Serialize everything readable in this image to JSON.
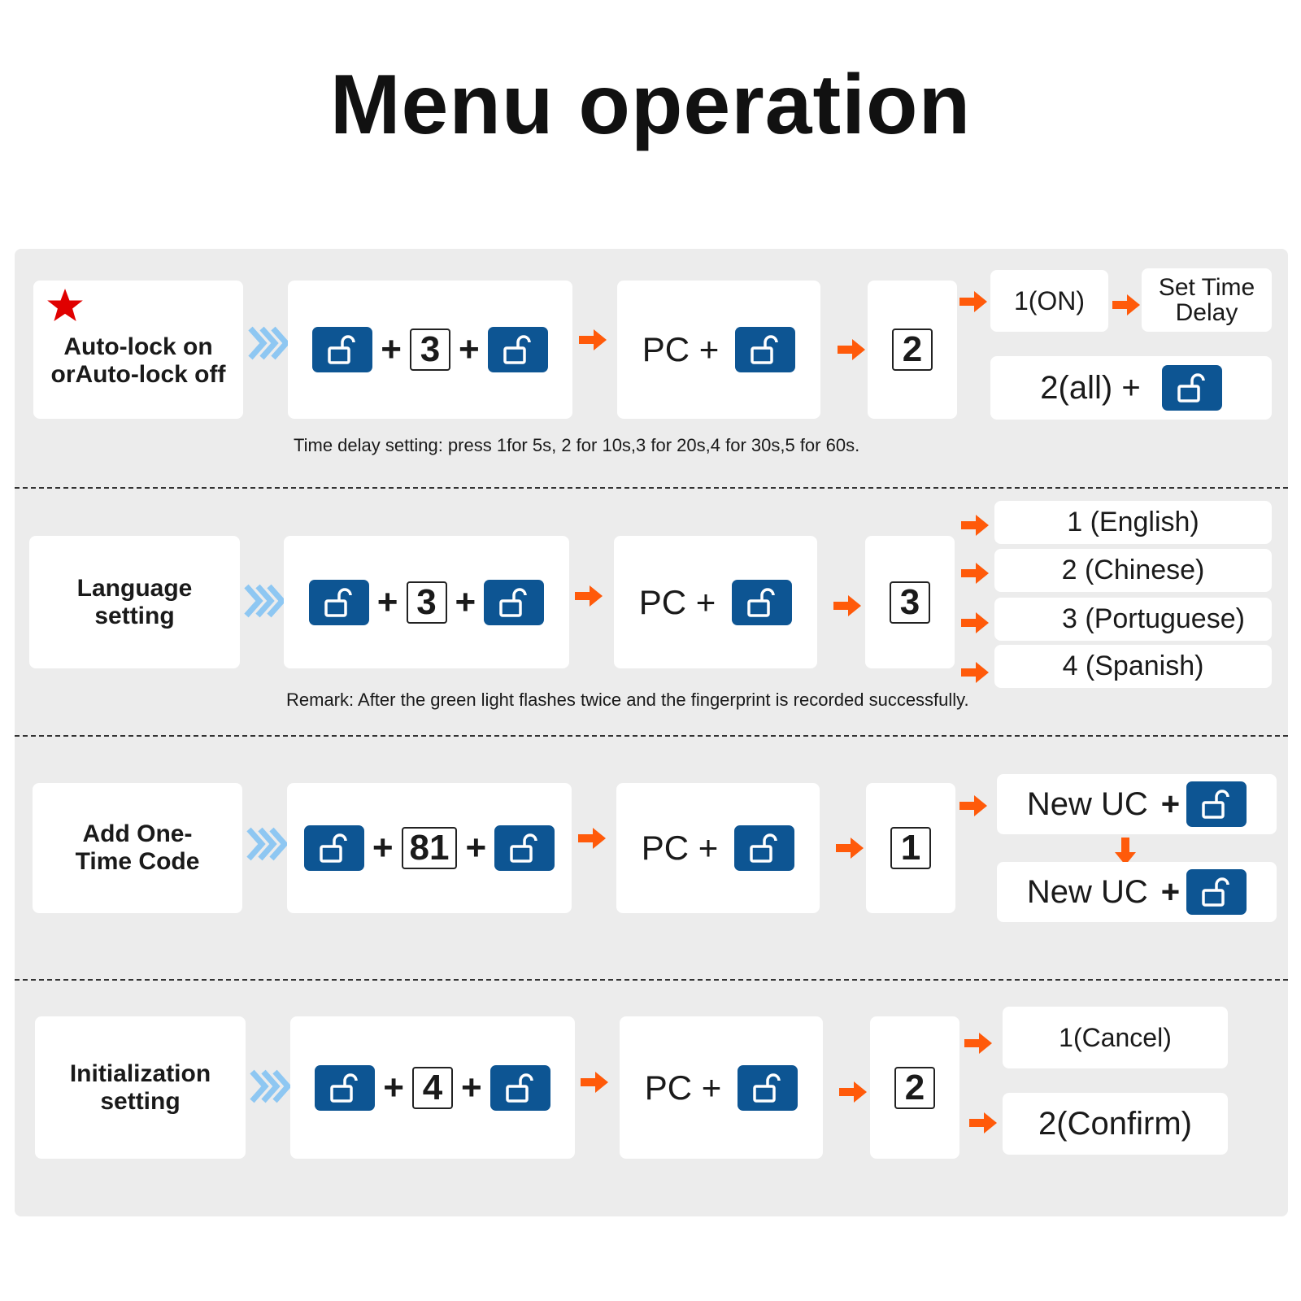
{
  "title": "Menu operation",
  "colors": {
    "panel": "#ececec",
    "lock_button": "#0d5593",
    "arrow": "#ff5a0a",
    "chevron": "#8ec7f2",
    "star": "#e00000"
  },
  "icons": [
    "lock-icon",
    "star-icon",
    "chevron-right-icon",
    "orange-arrow-icon"
  ],
  "rows": [
    {
      "label": "Auto-lock on orAuto-lock off",
      "label_lines": [
        "Auto-lock on",
        "orAuto-lock off"
      ],
      "sequence": {
        "key": "3",
        "plus": "+"
      },
      "pc_label": "PC +",
      "step_key": "2",
      "options": [
        "1(ON)",
        "Set Time Delay",
        "2(all) +"
      ],
      "option_sub": [
        "Set Time",
        "Delay"
      ],
      "note": "Time delay setting: press 1for 5s, 2 for 10s,3 for 20s,4 for 30s,5 for 60s."
    },
    {
      "label_lines": [
        "Language",
        "setting"
      ],
      "sequence": {
        "key": "3",
        "plus": "+"
      },
      "pc_label": "PC +",
      "step_key": "3",
      "options": [
        "1 (English)",
        "2 (Chinese)",
        "3 (Portuguese)",
        "4 (Spanish)"
      ],
      "note": "Remark: After the green light flashes twice and the fingerprint is recorded successfully."
    },
    {
      "label_lines": [
        "Add One-",
        "Time Code"
      ],
      "sequence": {
        "key": "81",
        "plus": "+"
      },
      "pc_label": "PC +",
      "step_key": "1",
      "options": [
        "New UC",
        "New UC"
      ],
      "option_plus": "+"
    },
    {
      "label_lines": [
        "Initialization",
        "setting"
      ],
      "sequence": {
        "key": "4",
        "plus": "+"
      },
      "pc_label": "PC +",
      "step_key": "2",
      "options": [
        "1(Cancel)",
        "2(Confirm)"
      ]
    }
  ]
}
